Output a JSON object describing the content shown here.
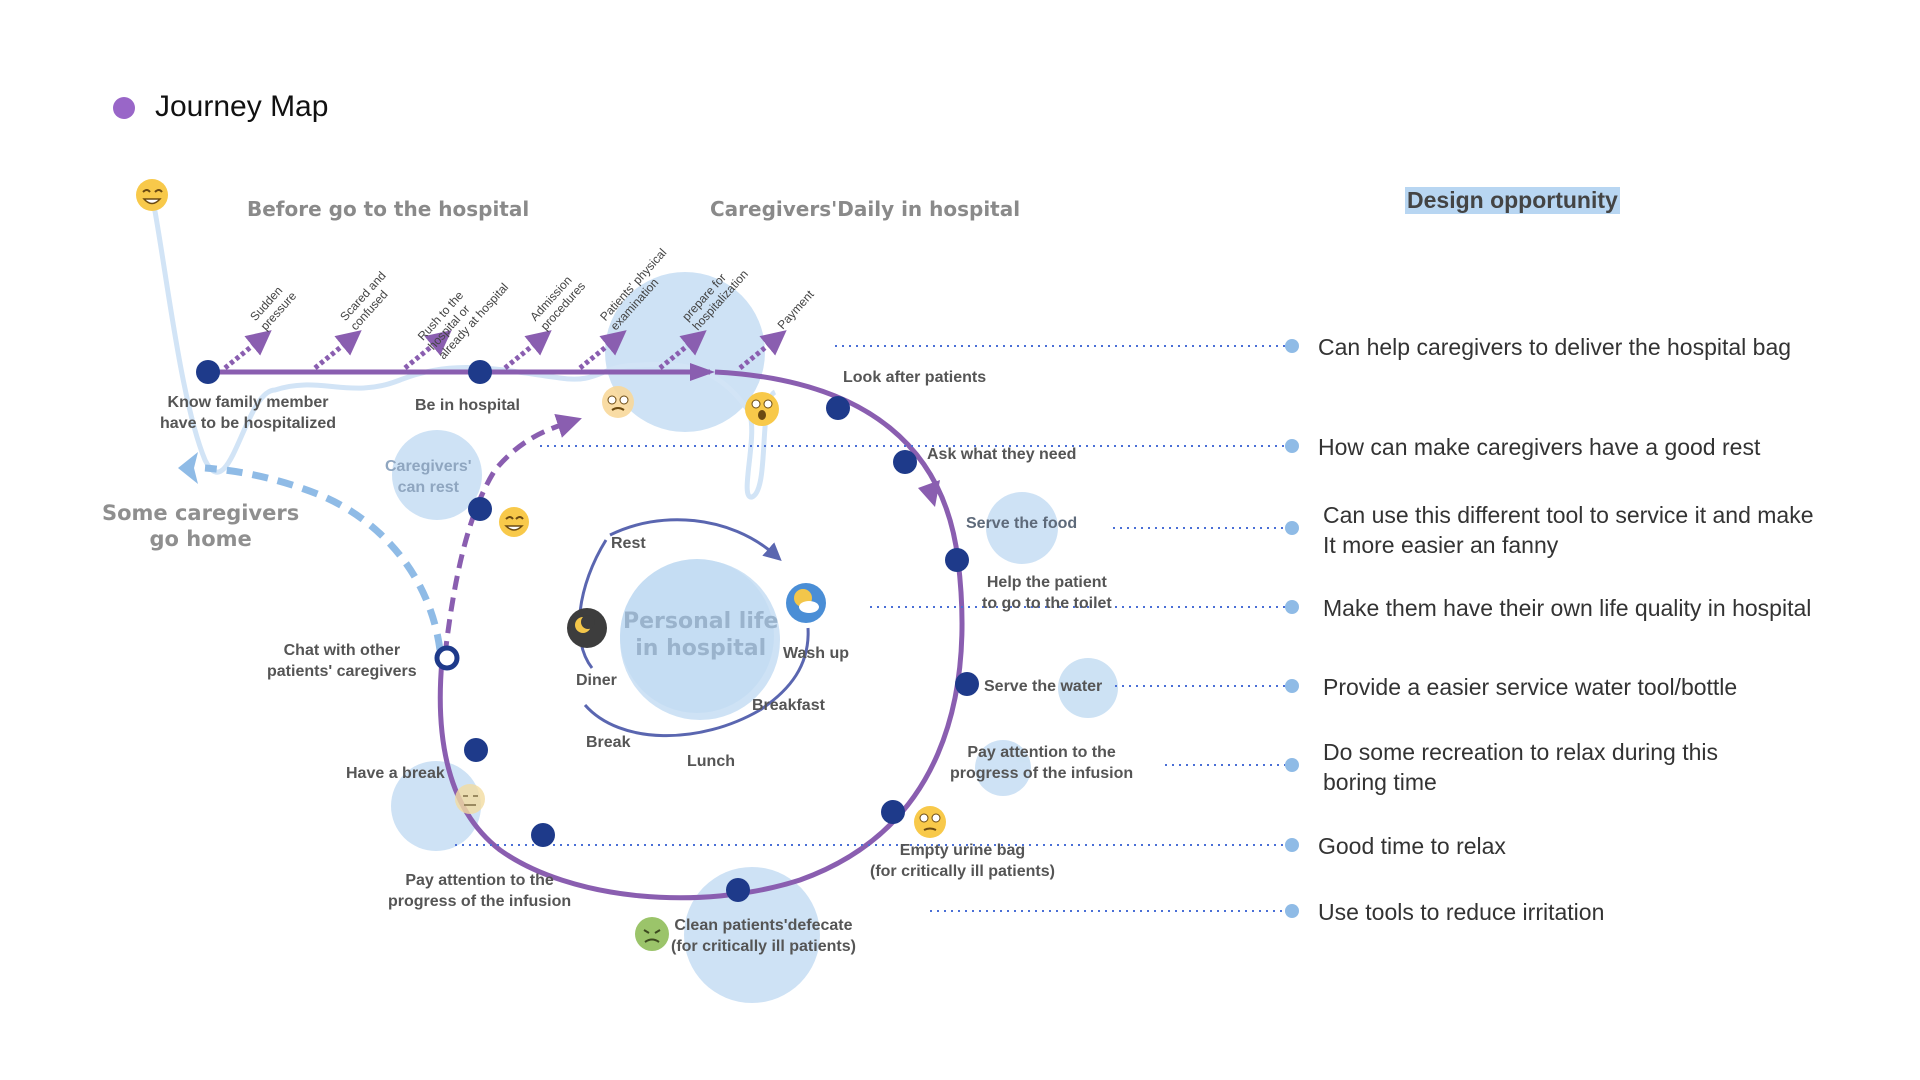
{
  "header": {
    "title": "Journey Map",
    "dot_color": "#9966c8"
  },
  "phases": {
    "before": "Before go to the hospital",
    "daily": "Caregivers'Daily in hospital",
    "opportunity_heading": "Design opportunity"
  },
  "go_home": "Some caregivers\ngo home",
  "center_title": "Personal life\nin hospital",
  "daily_cycle": [
    "Rest",
    "Wash up",
    "Breakfast",
    "Lunch",
    "Break",
    "Diner"
  ],
  "pre_steps": [
    "Sudden\npressure",
    "Scared and\nconfused",
    "Rush to the\nhospital or\nalready at hospital",
    "Admission\nprocedures",
    "Patients' physical\nexamination",
    "prepare for\nhospitalization",
    "Payment"
  ],
  "touchpoints": {
    "know": "Know family member\nhave to be hospitalized",
    "be_in": "Be in hospital",
    "look_after": "Look after patients",
    "ask": "Ask what they need",
    "serve_food": "Serve the food",
    "toilet": "Help the patient\nto go to the toilet",
    "serve_water": "Serve the water",
    "infusion_right": "Pay attention to the\nprogress of the infusion",
    "urine": "Empty urine bag\n(for critically ill patients)",
    "defecate": "Clean patients'defecate\n(for critically ill patients)",
    "infusion_bottom": "Pay attention to the\nprogress of the infusion",
    "have_break": "Have a break",
    "chat": "Chat with other\npatients' caregivers",
    "can_rest": "Caregivers'\ncan rest"
  },
  "opportunities": [
    "Can help caregivers to deliver the hospital bag",
    "How can make caregivers have a good rest",
    "Can use this different tool to service it and make\nIt more easier an fanny",
    "Make them have their own life quality in hospital",
    "Provide a easier service water tool/bottle",
    "Do some recreation to relax during this\nboring time",
    "Good time to relax",
    "Use tools to reduce irritation"
  ],
  "colors": {
    "journey_line": "#8a5eb0",
    "node": "#1e3a8a",
    "bubble": "#c5ddf3",
    "dotted_line": "#4a6fd6",
    "emotion_line": "#d2e4f6",
    "go_home_dash": "#8fbbe6"
  }
}
